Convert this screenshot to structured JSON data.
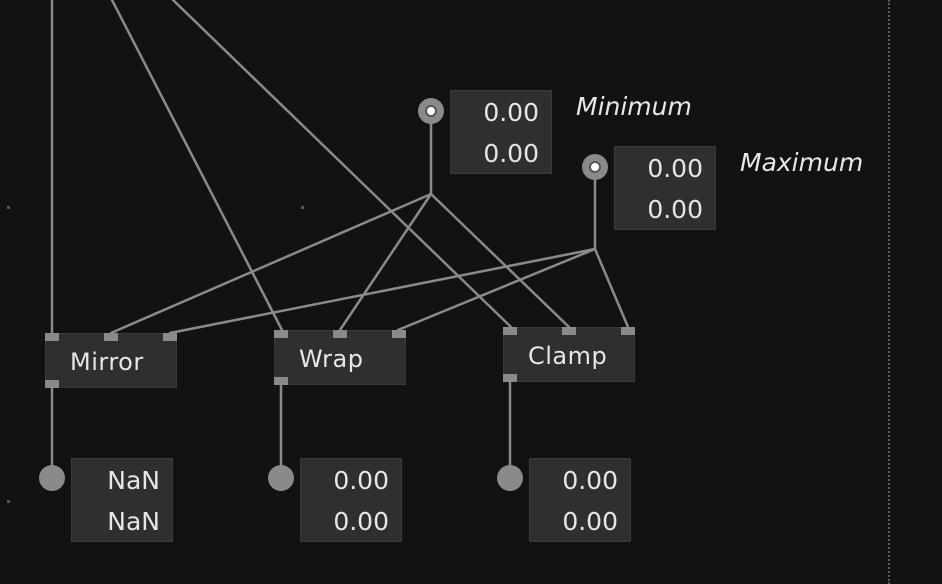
{
  "inputs": {
    "minimum": {
      "label": "Minimum",
      "values": [
        "0.00",
        "0.00"
      ]
    },
    "maximum": {
      "label": "Maximum",
      "values": [
        "0.00",
        "0.00"
      ]
    }
  },
  "nodes": {
    "mirror": {
      "title": "Mirror",
      "output": [
        "NaN",
        "NaN"
      ]
    },
    "wrap": {
      "title": "Wrap",
      "output": [
        "0.00",
        "0.00"
      ]
    },
    "clamp": {
      "title": "Clamp",
      "output": [
        "0.00",
        "0.00"
      ]
    }
  },
  "colors": {
    "background": "#121212",
    "node": "#2f2f2f",
    "wire": "#8a8a8a",
    "text": "#e6e6e6"
  }
}
